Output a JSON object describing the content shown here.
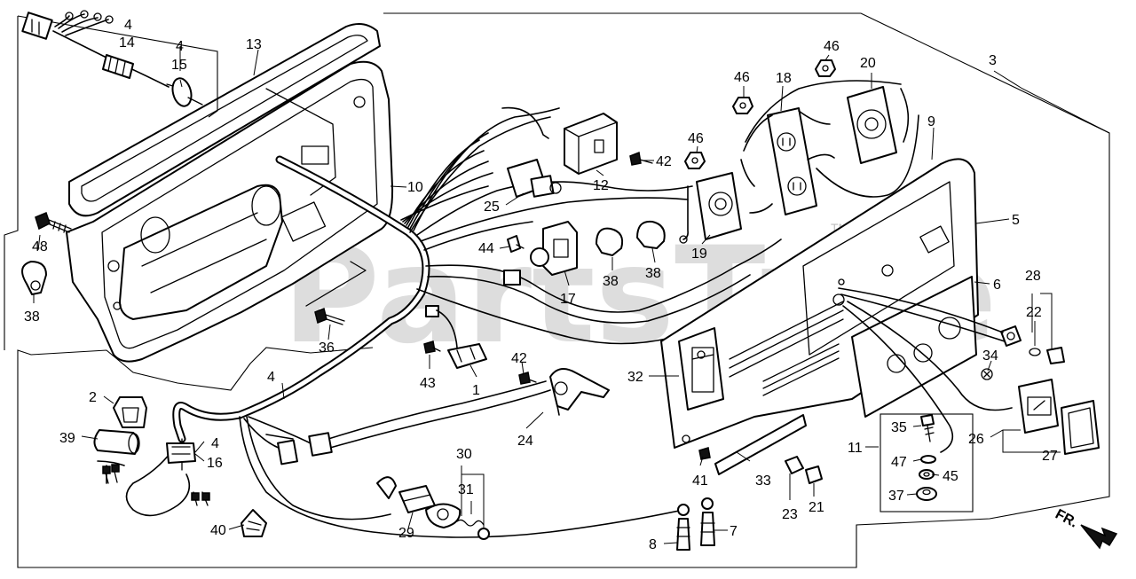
{
  "diagram": {
    "watermark": "PartsTree",
    "trademark": "TM",
    "direction_label": "FR.",
    "callouts": {
      "c1": "1",
      "c2": "2",
      "c3": "3",
      "c4a": "4",
      "c4b": "4",
      "c4c": "4",
      "c4d": "4",
      "c5": "5",
      "c6": "6",
      "c7": "7",
      "c8": "8",
      "c9": "9",
      "c10": "10",
      "c11": "11",
      "c12": "12",
      "c13": "13",
      "c14": "14",
      "c15": "15",
      "c16": "16",
      "c17": "17",
      "c18": "18",
      "c19": "19",
      "c20": "20",
      "c21": "21",
      "c22": "22",
      "c23": "23",
      "c24": "24",
      "c25": "25",
      "c26": "26",
      "c27": "27",
      "c28": "28",
      "c29": "29",
      "c30": "30",
      "c31": "31",
      "c32": "32",
      "c33": "33",
      "c34": "34",
      "c35": "35",
      "c36": "36",
      "c37": "37",
      "c38a": "38",
      "c38b": "38",
      "c38c": "38",
      "c39": "39",
      "c40": "40",
      "c41": "41",
      "c42a": "42",
      "c42b": "42",
      "c43": "43",
      "c44": "44",
      "c45": "45",
      "c46a": "46",
      "c46b": "46",
      "c46c": "46",
      "c47": "47",
      "c48": "48"
    }
  }
}
